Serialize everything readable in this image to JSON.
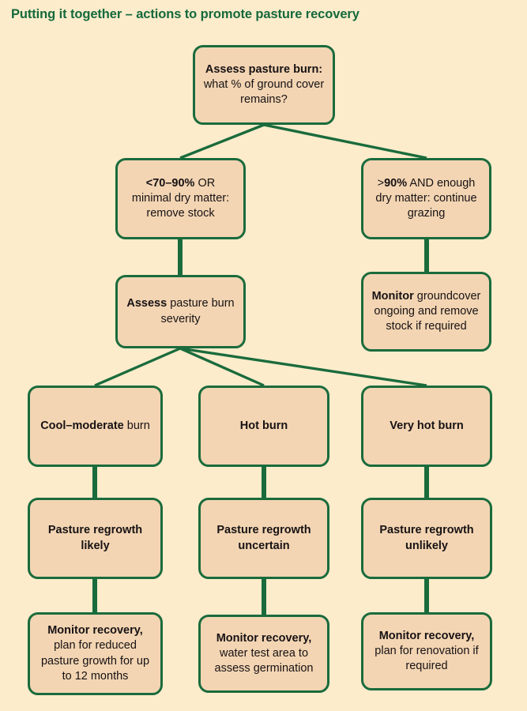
{
  "title": "Putting it together – actions to promote pasture recovery",
  "colors": {
    "page_background": "#fdeccb",
    "node_fill": "#f3d5b3",
    "node_border": "#1a6b3c",
    "title_text": "#14693c",
    "node_text": "#171214",
    "connector": "#1a6b3c"
  },
  "nodes": {
    "assess_burn": {
      "bold_line": "Assess pasture burn:",
      "regular_line": "what % of ground cover remains?"
    },
    "low_cover": {
      "bold_line": "<70–90%",
      "regular_line": "OR minimal dry matter: remove stock"
    },
    "high_cover": {
      "prefix": ">",
      "bold_line": "90%",
      "regular_line": "AND enough dry matter: continue grazing"
    },
    "assess_severity": {
      "bold_line": "Assess",
      "regular_line": " pasture burn severity"
    },
    "monitor_groundcover": {
      "bold_line": "Monitor",
      "regular_line": "groundcover ongoing and remove stock if required"
    },
    "cool_moderate": {
      "bold_line": "Cool–moderate",
      "regular_line": "burn"
    },
    "hot_burn": {
      "label": "Hot burn"
    },
    "very_hot_burn": {
      "label": "Very hot burn"
    },
    "regrowth_likely": {
      "label": "Pasture regrowth likely"
    },
    "regrowth_uncertain": {
      "label": "Pasture regrowth uncertain"
    },
    "regrowth_unlikely": {
      "label": "Pasture regrowth unlikely"
    },
    "recovery_reduced_growth": {
      "bold_line": "Monitor recovery,",
      "regular_line": "plan for reduced pasture growth for up to 12 months"
    },
    "recovery_water_test": {
      "bold_line": "Monitor recovery,",
      "regular_line": "water test area to assess germination"
    },
    "recovery_renovation": {
      "bold_line": "Monitor recovery,",
      "regular_line": "plan for renovation if required"
    }
  }
}
